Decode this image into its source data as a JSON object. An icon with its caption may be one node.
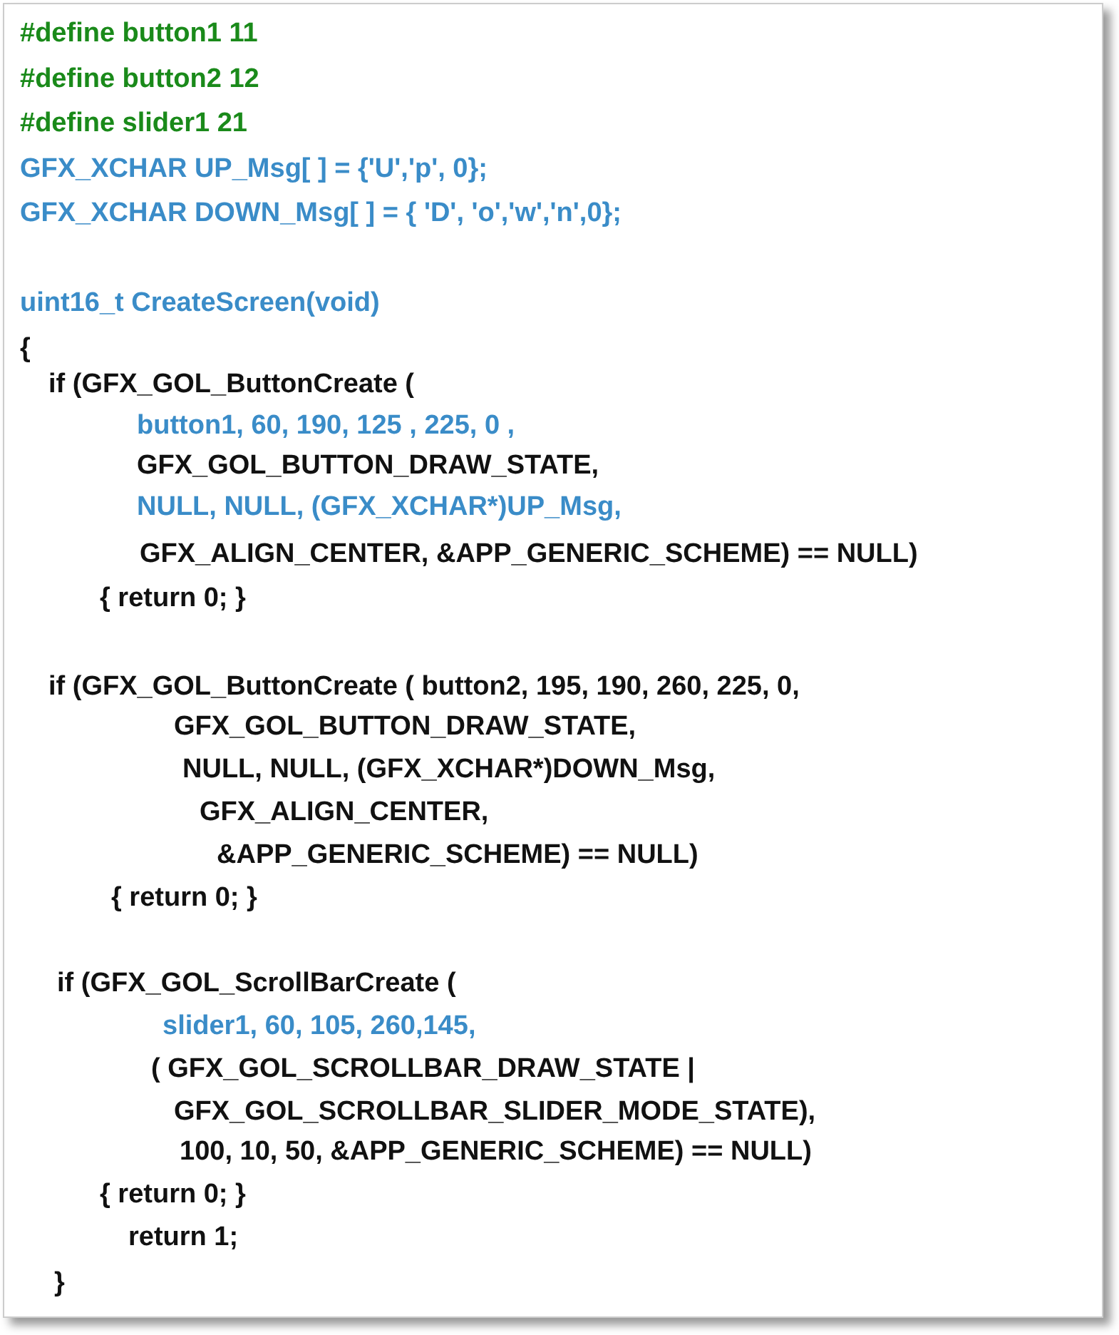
{
  "diagram": {
    "labels": [
      "#define button1 11",
      "#define button2 12",
      "#define slider1 21",
      "GFX_XCHAR UP_Msg[ ] = {'U','p', 0};",
      "GFX_XCHAR DOWN_Msg[ ] = { 'D', 'o','w','n',0};",
      "uint16_t CreateScreen(void)",
      "{",
      "if (GFX_GOL_ButtonCreate (",
      "button1, 60, 190, 125 , 225, 0 ,",
      "GFX_GOL_BUTTON_DRAW_STATE,",
      "NULL, NULL, (GFX_XCHAR*)UP_Msg,",
      "GFX_ALIGN_CENTER, &APP_GENERIC_SCHEME) == NULL)",
      "{ return 0; }",
      "if (GFX_GOL_ButtonCreate ( button2, 195, 190, 260, 225, 0,",
      "GFX_GOL_BUTTON_DRAW_STATE,",
      "NULL, NULL, (GFX_XCHAR*)DOWN_Msg,",
      "GFX_ALIGN_CENTER,",
      "&APP_GENERIC_SCHEME) == NULL)",
      "{ return 0; }",
      "if (GFX_GOL_ScrollBarCreate (",
      "slider1, 60, 105, 260,145,",
      "( GFX_GOL_SCROLLBAR_DRAW_STATE |",
      "GFX_GOL_SCROLLBAR_SLIDER_MODE_STATE),",
      "100, 10, 50, &APP_GENERIC_SCHEME) == NULL)",
      "{ return 0; }",
      "return 1;",
      "}"
    ]
  }
}
